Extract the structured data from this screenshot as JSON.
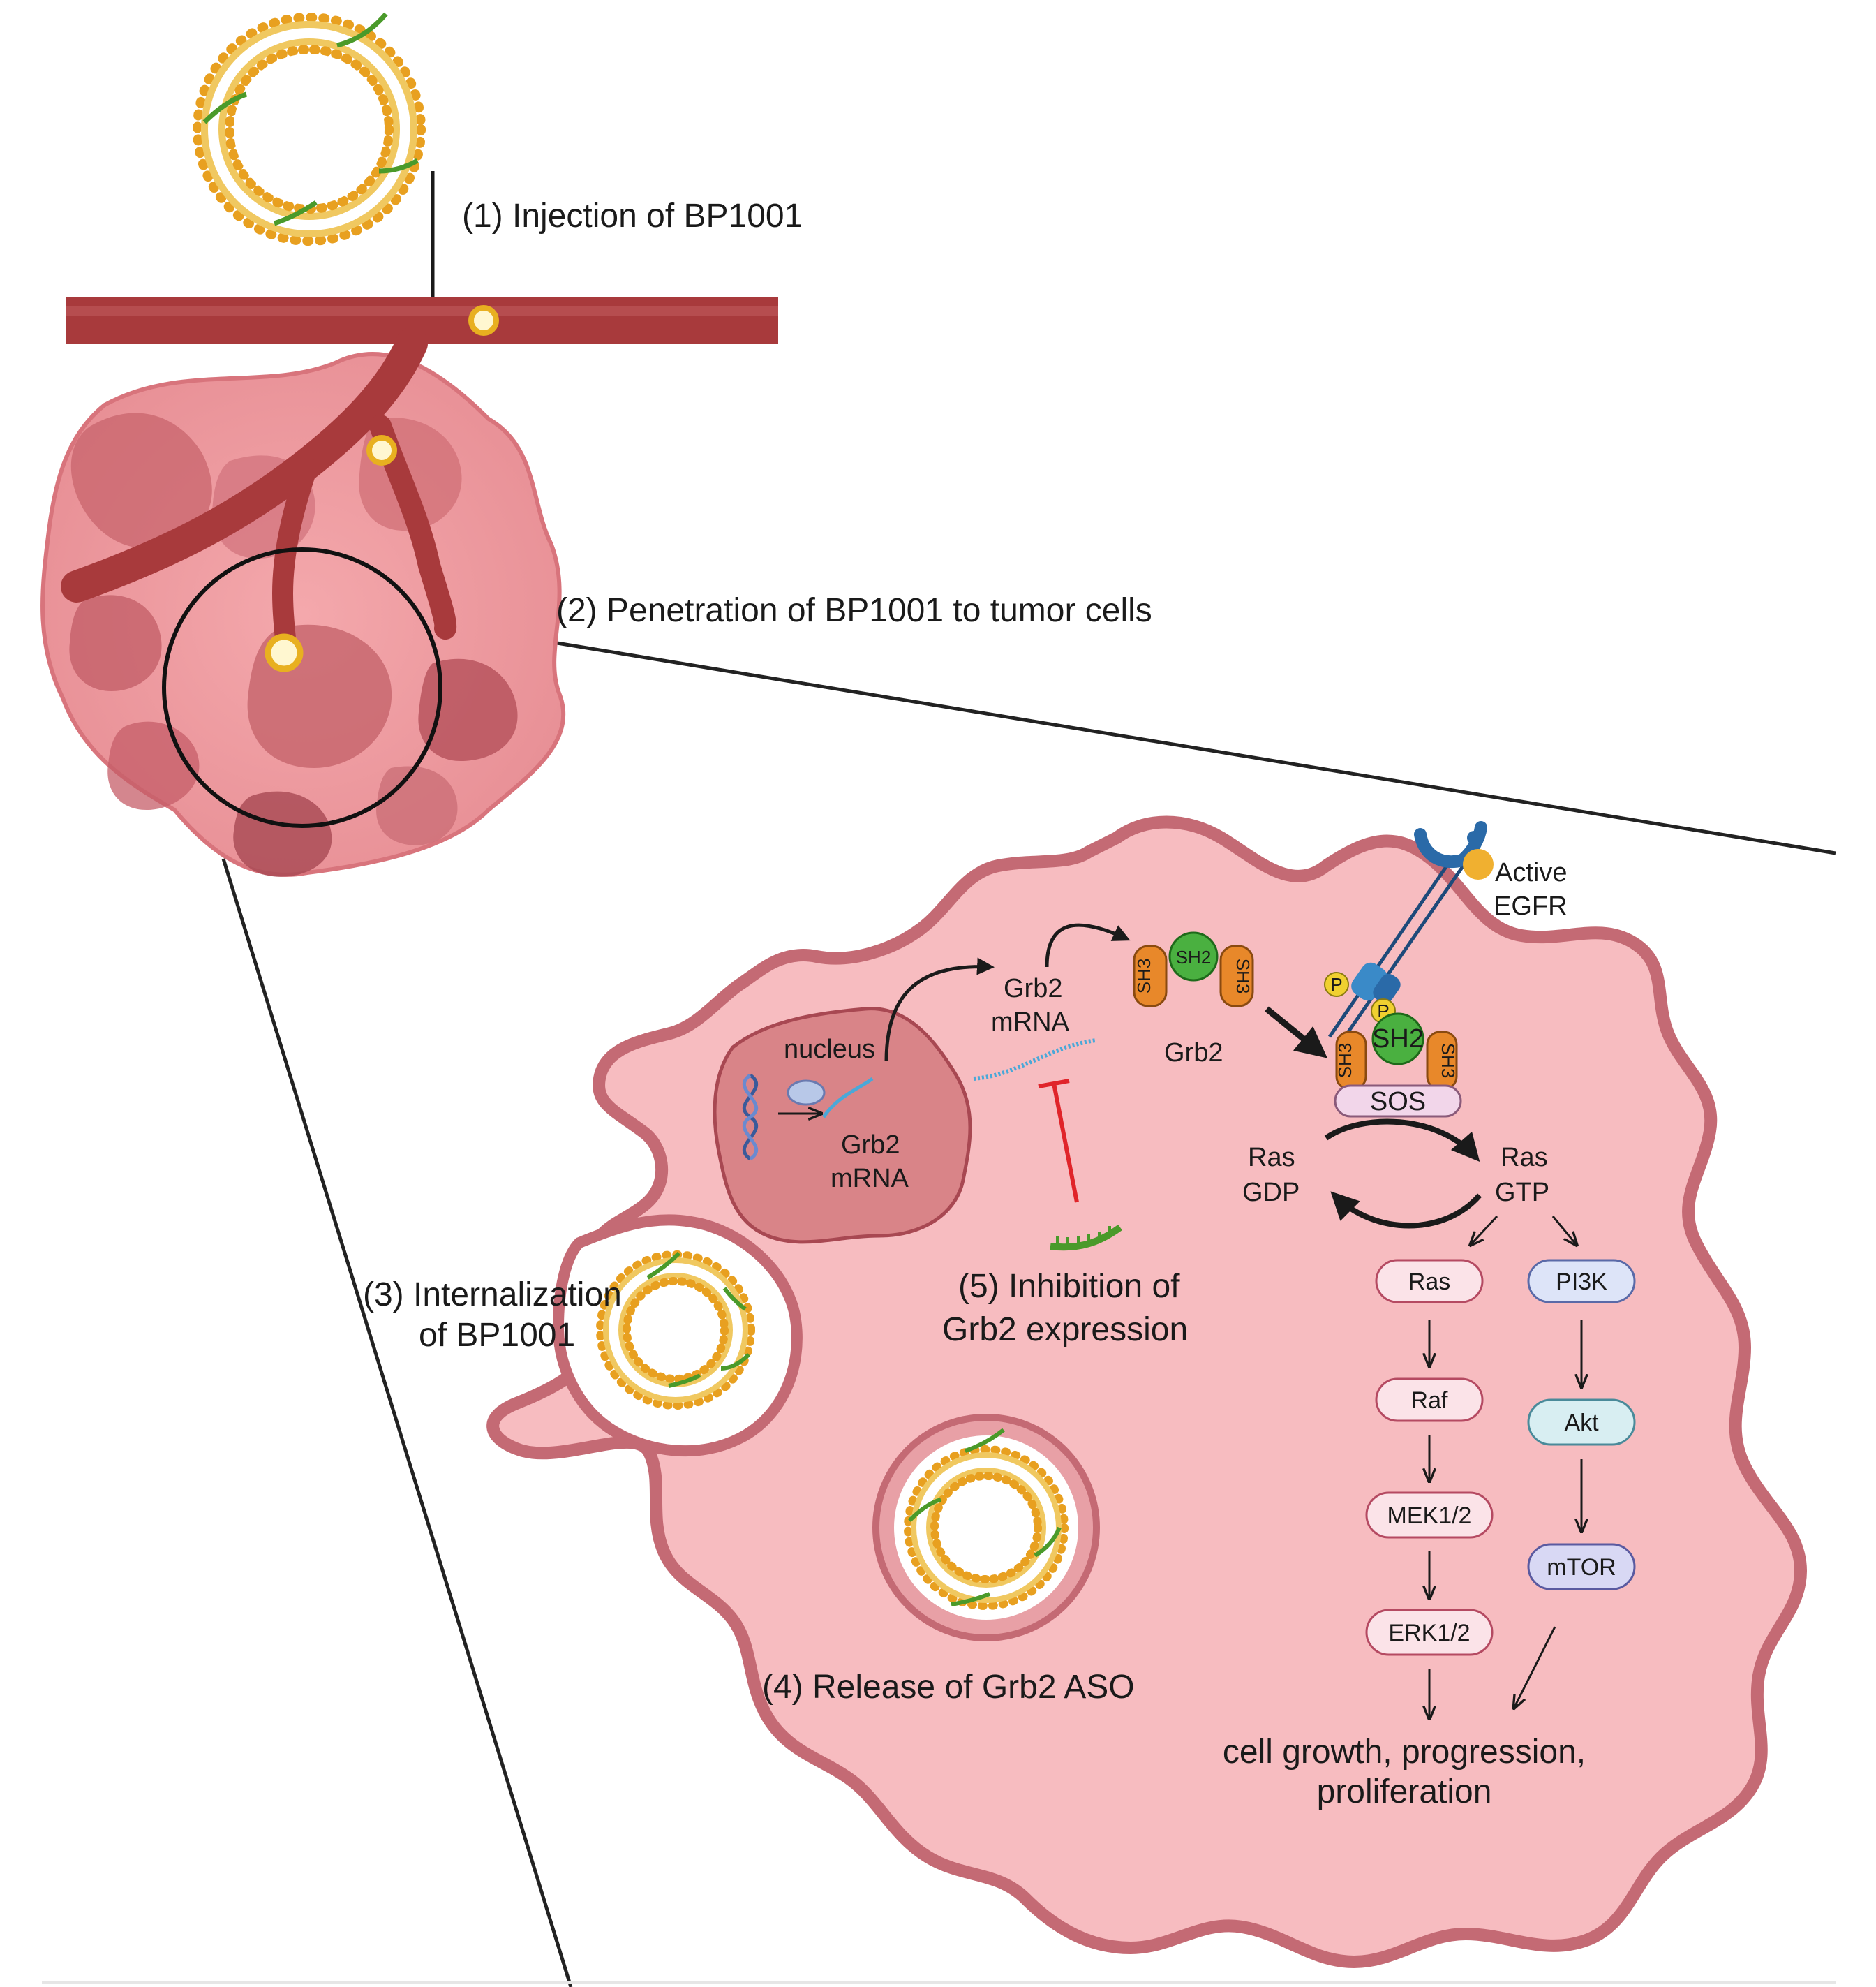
{
  "steps": {
    "injection": "(1) Injection of BP1001",
    "penetration": "(2) Penetration of BP1001 to tumor cells",
    "internalization_line1": "(3) Internalization",
    "internalization_line2": "of BP1001",
    "release": "(4) Release of Grb2 ASO",
    "inhibition_line1": "(5) Inhibition of",
    "inhibition_line2": "Grb2 expression"
  },
  "nucleus": {
    "label": "nucleus",
    "mrna_line1": "Grb2",
    "mrna_line2": "mRNA"
  },
  "cytoplasm_mrna": {
    "line1": "Grb2",
    "line2": "mRNA"
  },
  "grb2": {
    "label": "Grb2",
    "sh3": "SH3",
    "sh2": "SH2"
  },
  "egfr": {
    "line1": "Active",
    "line2": "EGFR",
    "phospho": "P"
  },
  "sos": {
    "label": "SOS"
  },
  "ras_gdp": {
    "line1": "Ras",
    "line2": "GDP"
  },
  "ras_gtp": {
    "line1": "Ras",
    "line2": "GTP"
  },
  "mapk_pathway": [
    "Ras",
    "Raf",
    "MEK1/2",
    "ERK1/2"
  ],
  "pi3k_pathway": [
    "PI3K",
    "Akt",
    "mTOR"
  ],
  "outcome": {
    "line1": "cell growth, progression,",
    "line2": "proliferation"
  },
  "colors": {
    "vessel": "#a83a3c",
    "cell_fill": "#f7bcc0",
    "cell_border": "#c46a74",
    "nucleus": "#d98488",
    "liposome": "#e8a020",
    "aso": "#4a9a2a",
    "inhibit": "#e0242a",
    "sh3": "#e8882a",
    "sh2": "#4ab040",
    "egfr": "#3a7ab0",
    "mapk_fill": "#fbe3e8",
    "mapk_border": "#b54a62",
    "pi3k_fill": "#dde4f8",
    "akt_fill": "#d8eef2",
    "mtor_fill": "#d8d8f4",
    "sos_fill": "#f2d6ea"
  }
}
